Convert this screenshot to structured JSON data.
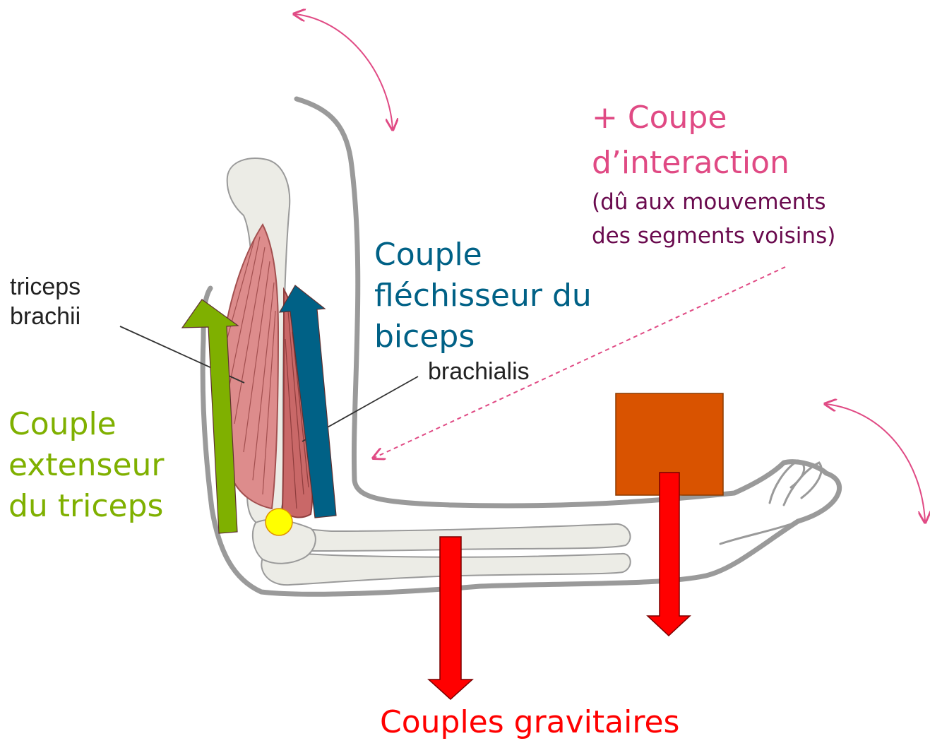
{
  "labels": {
    "triceps_anatomy": [
      "triceps",
      "brachii"
    ],
    "brachialis_anatomy": "brachialis",
    "biceps_couple": [
      "Couple",
      "fléchisseur du",
      "biceps"
    ],
    "triceps_couple": [
      "Couple",
      "extenseur",
      "du triceps"
    ],
    "interaction": [
      "+ Coupe",
      "d’interaction"
    ],
    "interaction_note": [
      "(dû aux mouvements",
      "des segments voisins)"
    ],
    "gravity": "Couples gravitaires"
  },
  "colors": {
    "biceps": "#006186",
    "triceps": "#7fb000",
    "interaction": "#e04a84",
    "interaction_note": "#6a0a4e",
    "gravity": "#ff0000",
    "weight": "#d95300",
    "outline": "#9a9a9a",
    "bone": "#ecece6",
    "muscle": "#dd8c8c",
    "joint": "#ffff00"
  }
}
